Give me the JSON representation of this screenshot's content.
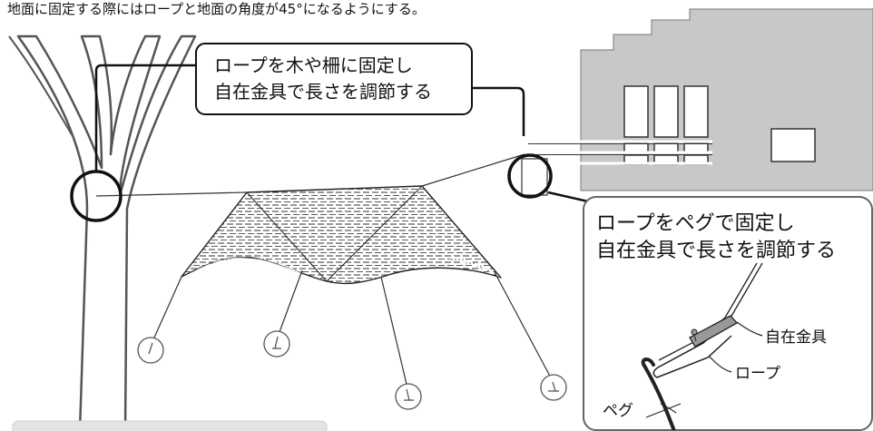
{
  "caption": "地面に固定する際にはロープと地面の角度が45°になるようにする。",
  "callout_tree": {
    "line1": "ロープを木や柵に固定し",
    "line2": "自在金具で長さを調節する"
  },
  "callout_peg": {
    "line1": "ロープをペグで固定し",
    "line2": "自在金具で長さを調節する"
  },
  "labels": {
    "adjuster": "自在金具",
    "rope": "ロープ",
    "peg": "ペグ"
  },
  "colors": {
    "building": "#c8c8c8",
    "tree_stroke": "#555555",
    "callout_border": "#222222",
    "inset_border": "#666666",
    "bottom_box": "#e4e4e4"
  }
}
